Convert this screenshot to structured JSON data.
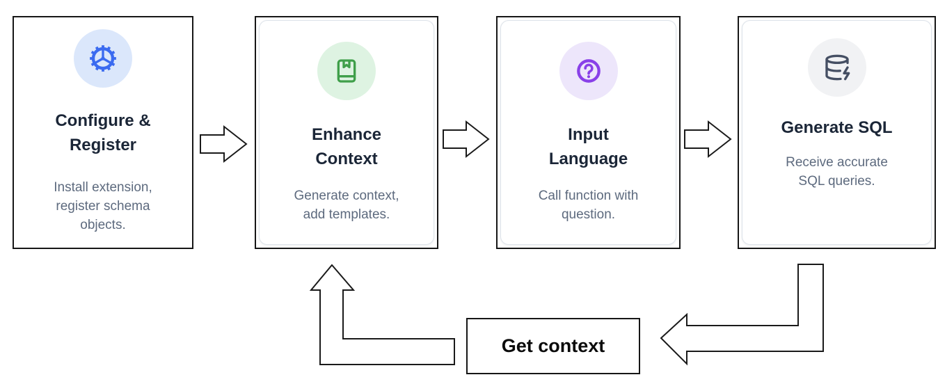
{
  "diagram": {
    "loop_label": "Get context",
    "steps": [
      {
        "title": "Configure & Register",
        "title_lines": [
          "Configure &",
          "Register"
        ],
        "description": "Install extension, register schema objects.",
        "description_lines": [
          "Install extension,",
          "register schema",
          "objects."
        ],
        "icon": "gear-icon",
        "icon_color": "#3b6bf0",
        "icon_bg": "#dbe7fb"
      },
      {
        "title": "Enhance Context",
        "title_lines": [
          "Enhance",
          "Context"
        ],
        "description": "Generate context, add templates.",
        "description_lines": [
          "Generate context,",
          "add templates."
        ],
        "icon": "book-bookmark-icon",
        "icon_color": "#3f9f4a",
        "icon_bg": "#def3e2"
      },
      {
        "title": "Input Language",
        "title_lines": [
          "Input",
          "Language"
        ],
        "description": "Call function with question.",
        "description_lines": [
          "Call function with",
          "question."
        ],
        "icon": "question-circle-icon",
        "icon_color": "#8940e8",
        "icon_bg": "#ede6fb"
      },
      {
        "title": "Generate SQL",
        "title_lines": [
          "Generate SQL"
        ],
        "description": "Receive accurate SQL queries.",
        "description_lines": [
          "Receive accurate",
          "SQL queries."
        ],
        "icon": "database-zap-icon",
        "icon_color": "#454f63",
        "icon_bg": "#f1f2f4"
      }
    ],
    "colors": {
      "card_border": "#161616",
      "title_text": "#1b2637",
      "description_text": "#5d6a7e",
      "arrow_outline": "#1a1a1a"
    }
  }
}
